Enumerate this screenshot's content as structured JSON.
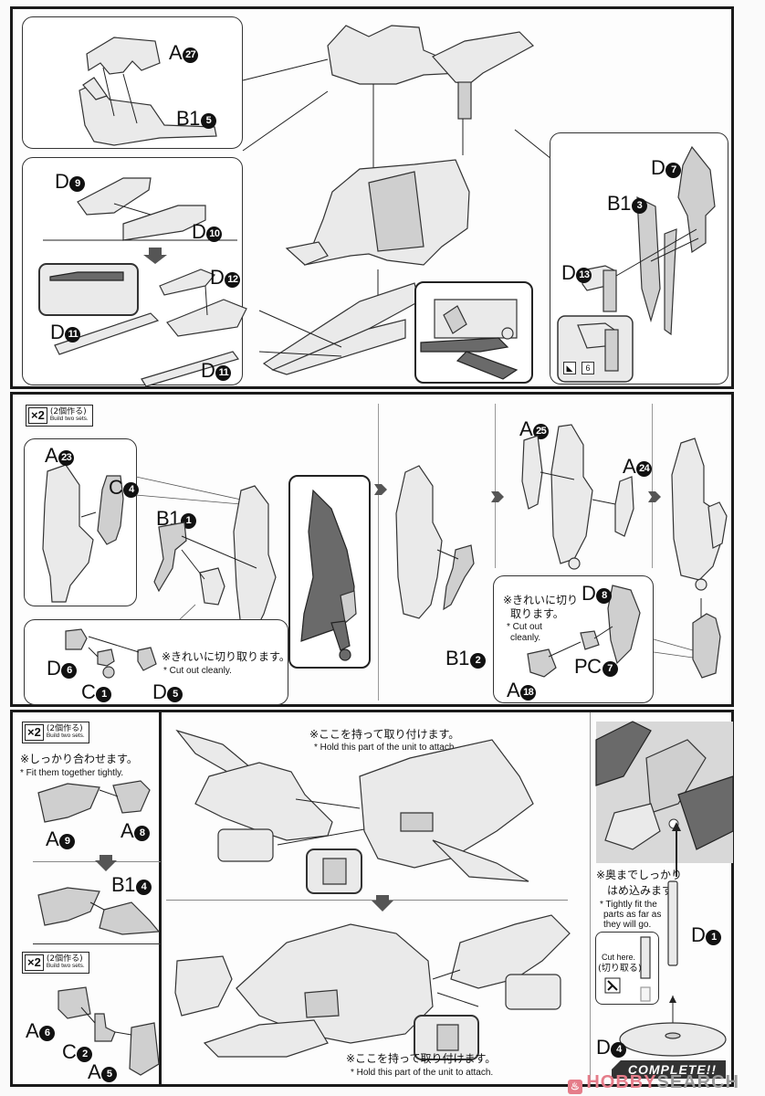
{
  "page": {
    "type": "model-kit-assembly-instructions",
    "complete_label": "COMPLETE!!",
    "watermark": {
      "brand_a": "HOBBY",
      "brand_b": "SEARCH"
    }
  },
  "section1": {
    "box_top_left": {
      "labels": [
        {
          "part": "A",
          "num": "27"
        },
        {
          "part": "B1",
          "num": "5"
        }
      ]
    },
    "box_mid_left": {
      "labels": [
        {
          "part": "D",
          "num": "9"
        },
        {
          "part": "D",
          "num": "10"
        },
        {
          "part": "D",
          "num": "12"
        },
        {
          "part": "D",
          "num": "11"
        },
        {
          "part": "D",
          "num": "11"
        }
      ]
    },
    "box_right": {
      "labels": [
        {
          "part": "D",
          "num": "7"
        },
        {
          "part": "B1",
          "num": "3"
        },
        {
          "part": "D",
          "num": "13"
        }
      ],
      "sticker_number": "6"
    }
  },
  "section2": {
    "badge": {
      "mult": "×2",
      "jp": "(2個作る)",
      "en": "Build two sets."
    },
    "box_left": {
      "labels": [
        {
          "part": "A",
          "num": "23"
        },
        {
          "part": "C",
          "num": "4"
        }
      ]
    },
    "b1_1": {
      "part": "B1",
      "num": "1"
    },
    "box_bottom_left": {
      "labels": [
        {
          "part": "D",
          "num": "6"
        },
        {
          "part": "C",
          "num": "1"
        },
        {
          "part": "D",
          "num": "5"
        }
      ],
      "note_jp": "※きれいに切り取ります。",
      "note_en": "* Cut out cleanly."
    },
    "b1_2": {
      "part": "B1",
      "num": "2"
    },
    "a25": {
      "part": "A",
      "num": "25"
    },
    "a24": {
      "part": "A",
      "num": "24"
    },
    "box_bottom_right": {
      "labels": [
        {
          "part": "D",
          "num": "8"
        },
        {
          "part": "PC",
          "num": "7"
        },
        {
          "part": "A",
          "num": "18"
        }
      ],
      "note_jp_1": "※きれいに切り",
      "note_jp_2": "取ります。",
      "note_en_1": "* Cut out",
      "note_en_2": "cleanly."
    }
  },
  "section3": {
    "left_column": {
      "badge1": {
        "mult": "×2",
        "jp": "(2個作る)",
        "en": "Build two sets."
      },
      "note_jp": "※しっかり合わせます。",
      "note_en": "* Fit them together tightly.",
      "labels_step1": [
        {
          "part": "A",
          "num": "9"
        },
        {
          "part": "A",
          "num": "8"
        }
      ],
      "label_step2": {
        "part": "B1",
        "num": "4"
      },
      "badge2": {
        "mult": "×2",
        "jp": "(2個作る)",
        "en": "Build two sets."
      },
      "labels_step3": [
        {
          "part": "A",
          "num": "6"
        },
        {
          "part": "C",
          "num": "2"
        },
        {
          "part": "A",
          "num": "5"
        }
      ]
    },
    "center": {
      "note_top_jp": "※ここを持って取り付けます。",
      "note_top_en": "* Hold this part of the unit to attach.",
      "note_bottom_jp": "※ここを持って取り付けます。",
      "note_bottom_en": "* Hold this part of the unit to attach."
    },
    "right_column": {
      "note_jp_1": "※奥までしっかり",
      "note_jp_2": "はめ込みます。",
      "note_en_1": "* Tightly fit the",
      "note_en_2": "parts as far as",
      "note_en_3": "they will go.",
      "cut_en": "Cut here.",
      "cut_jp": "(切り取る)",
      "labels": [
        {
          "part": "D",
          "num": "1"
        },
        {
          "part": "D",
          "num": "4"
        }
      ]
    }
  }
}
